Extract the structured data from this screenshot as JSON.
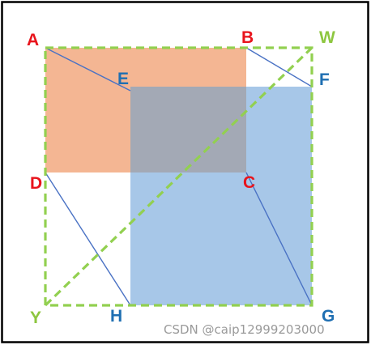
{
  "labels": {
    "A": "A",
    "B": "B",
    "C": "C",
    "D": "D",
    "E": "E",
    "F": "F",
    "G": "G",
    "H": "H",
    "W": "W",
    "Y": "Y"
  },
  "watermark": "CSDN @caip12999203000",
  "colors": {
    "red_label": "#e8141c",
    "blue_label": "#1f6fb2",
    "green_label": "#8dc63f",
    "orange_fill": "#f4b693",
    "blue_fill": "#a7c7e8",
    "overlap_fill": "#a3a9b5",
    "dashed_green": "#92d050",
    "thin_line": "#4a72c4",
    "frame": "#000000"
  }
}
